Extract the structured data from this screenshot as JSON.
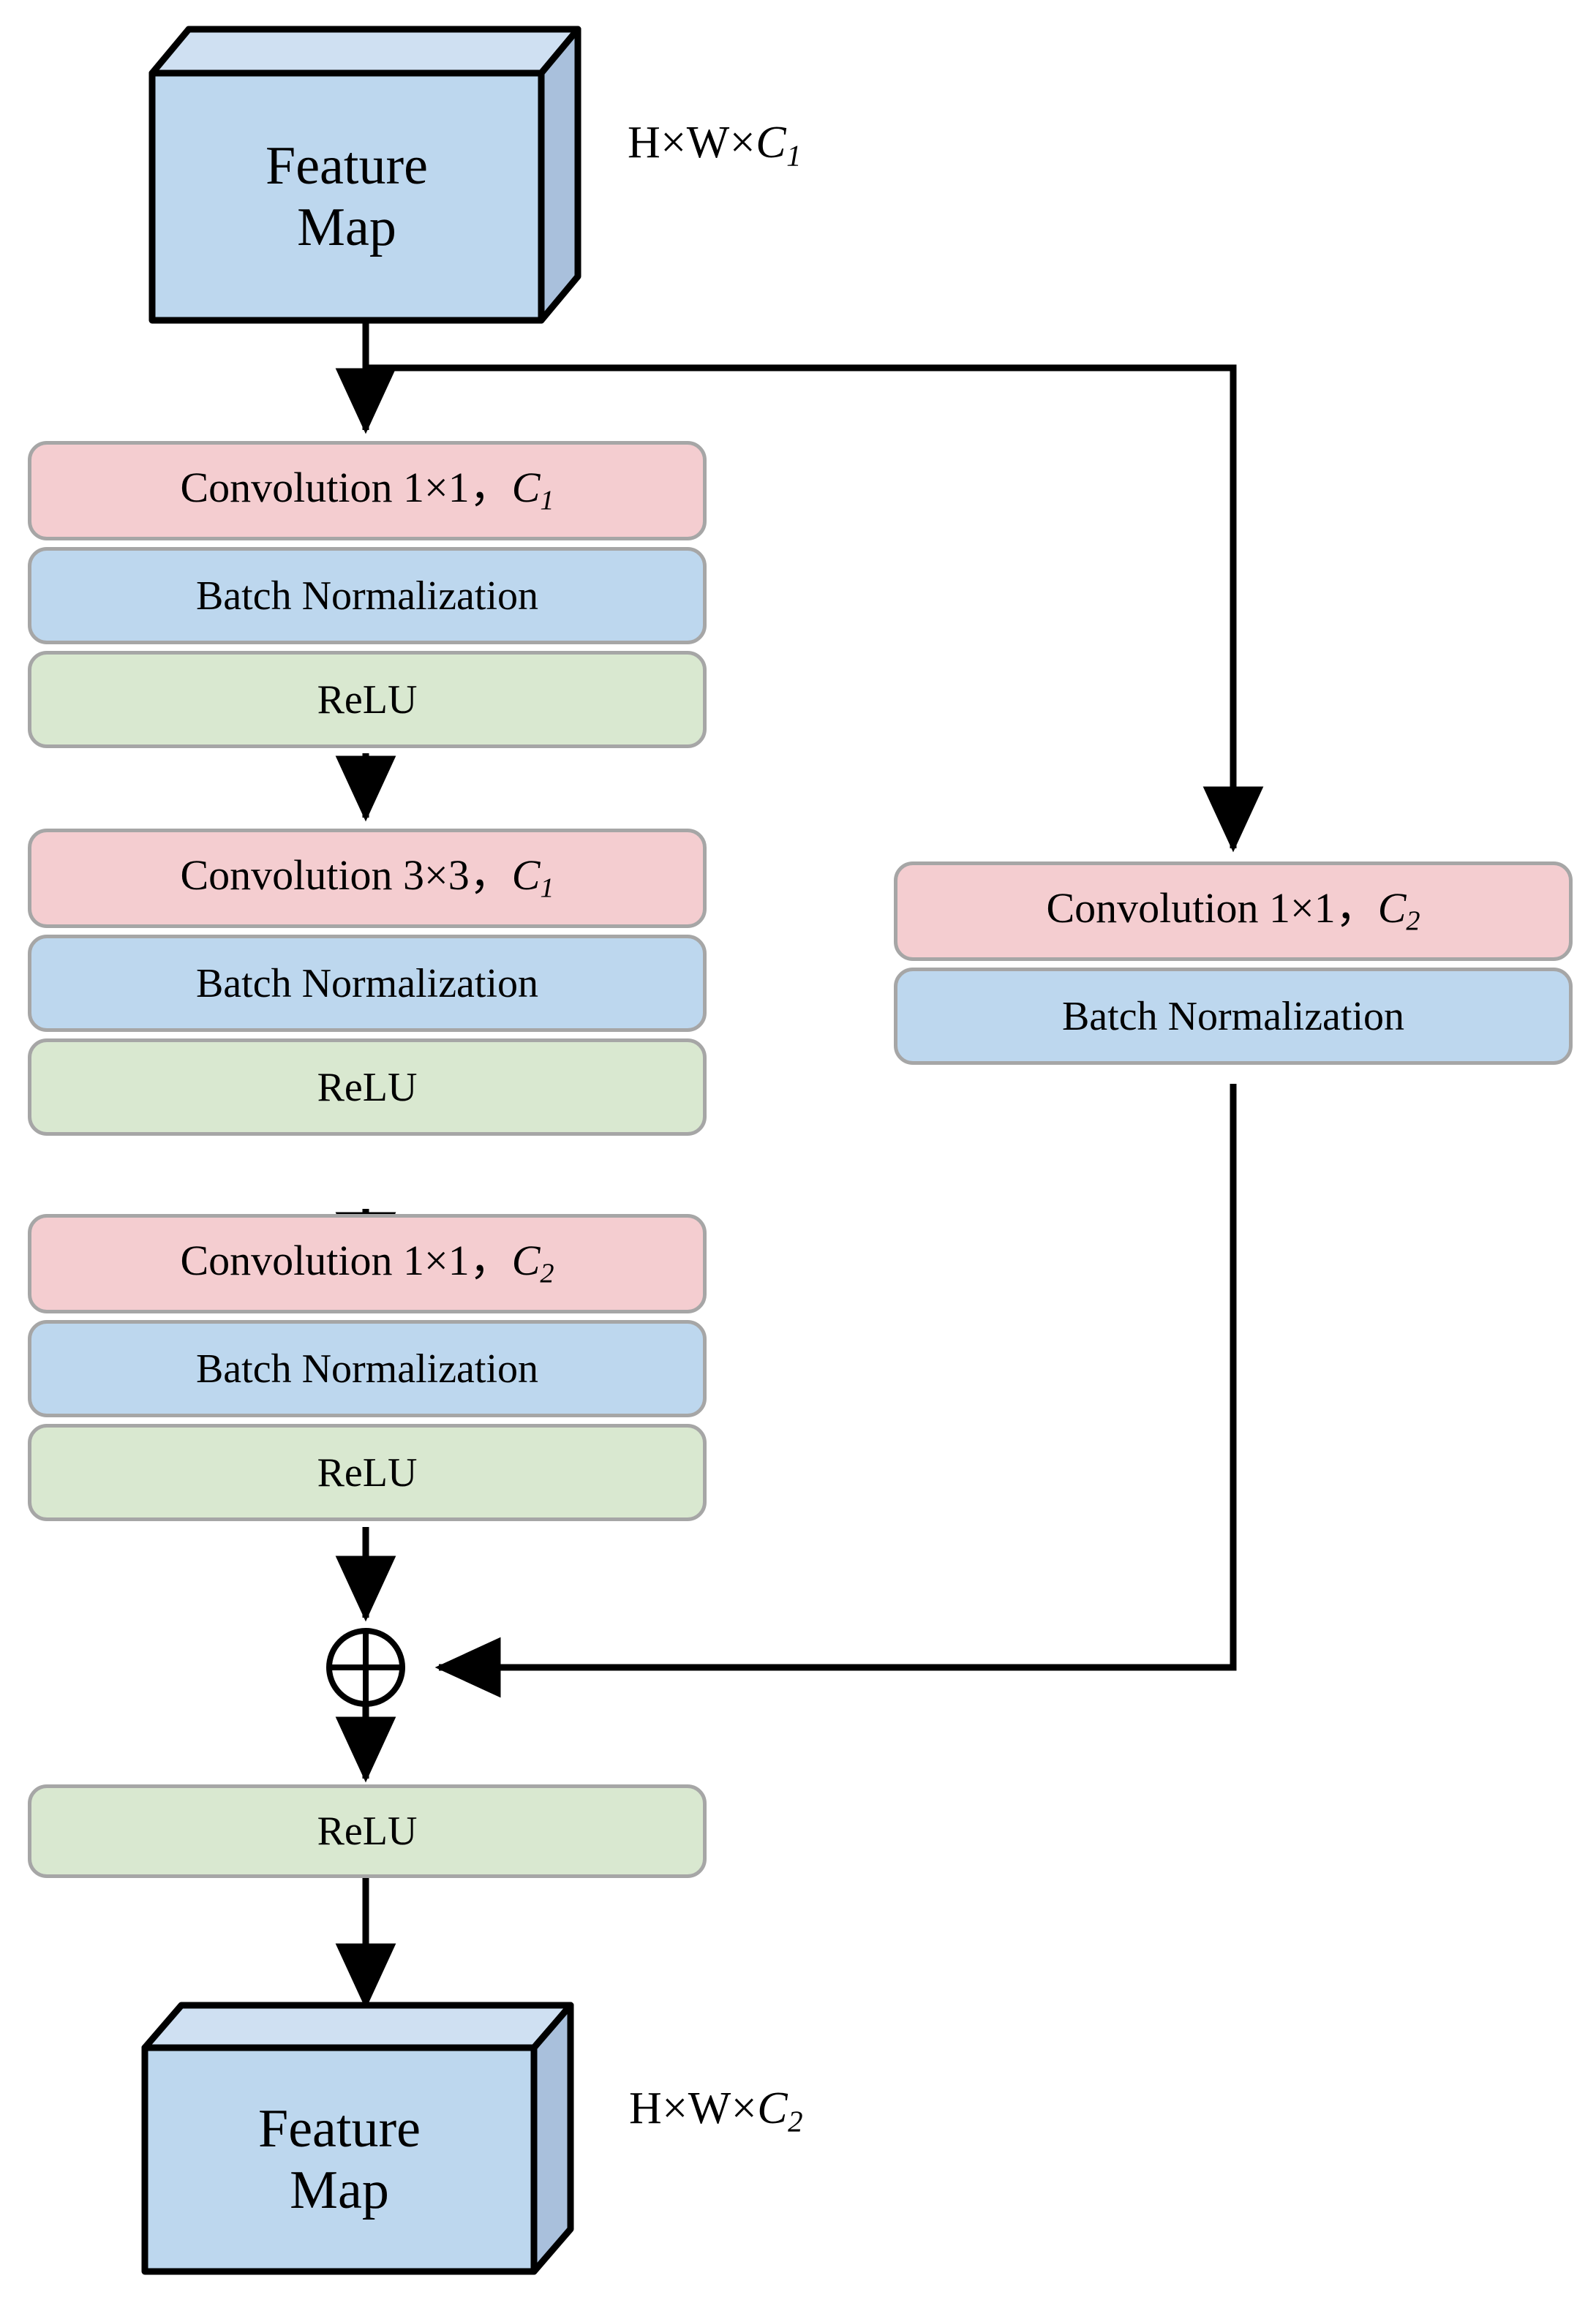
{
  "diagram": {
    "title": "Residual bottleneck block with projection shortcut",
    "colors": {
      "conv_fill": "#f4cdd0",
      "bn_fill": "#bdd7ee",
      "relu_fill": "#d9e8d0",
      "block_border": "#a6a6a6",
      "cuboid_front": "#bdd7ee",
      "cuboid_top": "#cfe0f2",
      "cuboid_side": "#a9c0dc",
      "outline": "#000000",
      "arrow": "#000000",
      "background": "#ffffff"
    }
  },
  "input_node": {
    "label_line1": "Feature",
    "label_line2": "Map",
    "dim_prefix": "H×W×",
    "dim_channel": "C",
    "dim_channel_sub": "1"
  },
  "output_node": {
    "label_line1": "Feature",
    "label_line2": "Map",
    "dim_prefix": "H×W×",
    "dim_channel": "C",
    "dim_channel_sub": "2"
  },
  "main_branch": {
    "stage1": {
      "conv": {
        "text": "Convolution 1×1，",
        "channel": "C",
        "channel_sub": "1"
      },
      "bn": {
        "text": "Batch Normalization"
      },
      "relu": {
        "text": "ReLU"
      }
    },
    "stage2": {
      "conv": {
        "text": "Convolution 3×3，",
        "channel": "C",
        "channel_sub": "1"
      },
      "bn": {
        "text": "Batch Normalization"
      },
      "relu": {
        "text": "ReLU"
      }
    },
    "stage3": {
      "conv": {
        "text": "Convolution 1×1，",
        "channel": "C",
        "channel_sub": "2"
      },
      "bn": {
        "text": "Batch Normalization"
      },
      "relu": {
        "text": "ReLU"
      }
    }
  },
  "shortcut_branch": {
    "conv": {
      "text": "Convolution 1×1，",
      "channel": "C",
      "channel_sub": "2"
    },
    "bn": {
      "text": "Batch Normalization"
    }
  },
  "merge": {
    "operator": "add",
    "symbol": "⊕"
  },
  "final_relu": {
    "text": "ReLU"
  }
}
